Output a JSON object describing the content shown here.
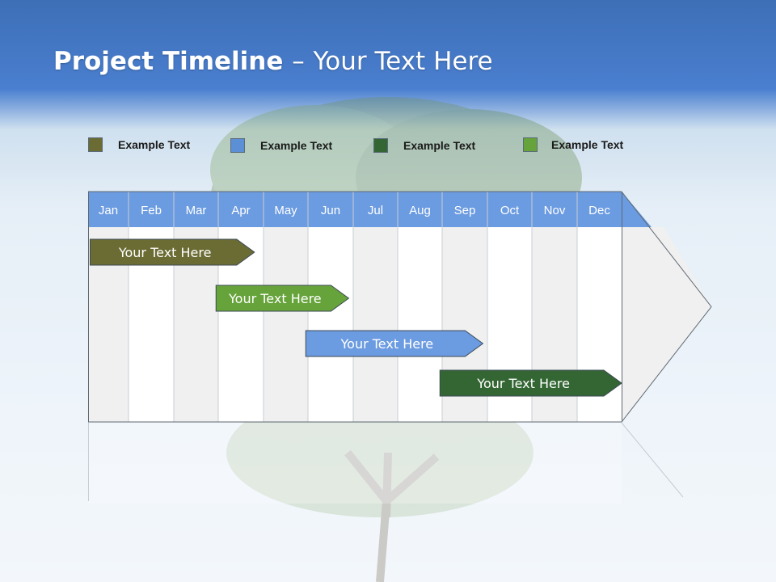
{
  "header": {
    "title_bold": "Project Timeline",
    "title_separator": "–",
    "title_rest": "Your Text Here"
  },
  "legend": [
    {
      "label": "Example Text",
      "color": "#6b6b34"
    },
    {
      "label": "Example Text",
      "color": "#5b8fd6"
    },
    {
      "label": "Example Text",
      "color": "#336633"
    },
    {
      "label": "Example Text",
      "color": "#66a33a"
    }
  ],
  "timeline": {
    "months": [
      "Jan",
      "Feb",
      "Mar",
      "Apr",
      "May",
      "Jun",
      "Jul",
      "Aug",
      "Sep",
      "Oct",
      "Nov",
      "Dec"
    ],
    "header_color": "#6b9be0",
    "tasks": [
      {
        "label": "Your  Text Here",
        "start_month": 0.05,
        "end_month": 3.8,
        "color": "#6b6b34"
      },
      {
        "label": "Your  Text Here",
        "start_month": 2.95,
        "end_month": 5.9,
        "color": "#66a33a"
      },
      {
        "label": "Your  Text Here",
        "start_month": 4.95,
        "end_month": 8.9,
        "color": "#6b9be0"
      },
      {
        "label": "Your  Text Here",
        "start_month": 7.95,
        "end_month": 12.0,
        "color": "#336633"
      }
    ]
  }
}
